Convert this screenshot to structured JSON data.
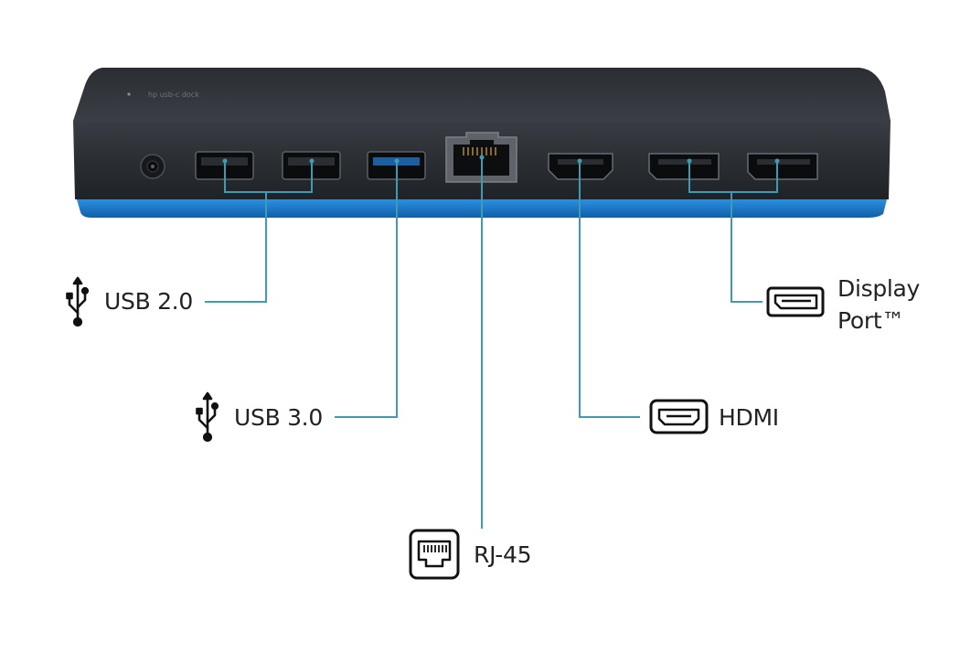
{
  "device": {
    "brand_text": "hp usb-c dock"
  },
  "labels": {
    "usb20": "USB 2.0",
    "usb30": "USB 3.0",
    "rj45": "RJ-45",
    "hdmi": "HDMI",
    "displayport_line1": "Display",
    "displayport_line2": "Port™"
  },
  "colors": {
    "body": "#26292e",
    "accent_blue": "#1c7fd0",
    "callout_line": "#3f9cb0",
    "label_text": "#222222"
  },
  "icons": {
    "usb20": "usb-icon",
    "usb30": "usb-icon",
    "rj45": "ethernet-icon",
    "hdmi": "hdmi-icon",
    "displayport": "displayport-icon"
  }
}
